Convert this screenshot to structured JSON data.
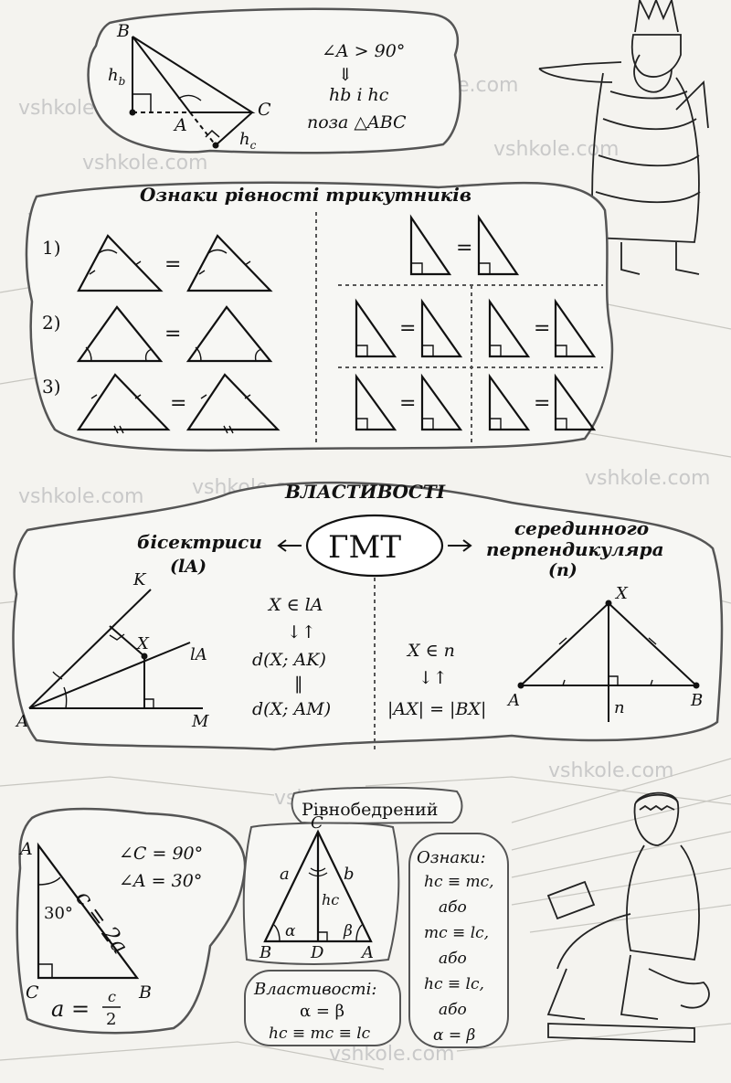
{
  "watermark": "vshkole.com",
  "obtuse_block": {
    "labels": {
      "B": "B",
      "A": "A",
      "C": "C",
      "hb": "h",
      "hb_sub": "b",
      "hc": "h",
      "hc_sub": "c"
    },
    "condition": "∠A > 90°",
    "arrow": "⇓",
    "result": "hb і hc",
    "outside": "поза △ABC"
  },
  "equality_block": {
    "title": "Ознаки рівності трикутників",
    "criteria": [
      "1)",
      "2)",
      "3)"
    ],
    "eq": "="
  },
  "properties_block": {
    "title": "ВЛАСТИВОСТІ",
    "center": "ГМТ",
    "left_title": "бісектриси",
    "left_sub": "(lA)",
    "right_title_1": "серединного",
    "right_title_2": "перпендикуляра",
    "right_sub": "(n)",
    "left_expr": [
      "X ∈ lA",
      "↓↑",
      "d(X; AK)",
      "‖",
      "d(X; AM)"
    ],
    "right_expr": [
      "X ∈ n",
      "↓↑",
      "|AX| = |BX|"
    ],
    "bis_labels": {
      "K": "K",
      "X": "X",
      "lA": "lA",
      "A": "A",
      "M": "M"
    },
    "perp_labels": {
      "X": "X",
      "A": "A",
      "B": "B",
      "n": "n"
    }
  },
  "right_triangle_block": {
    "labels": {
      "A": "A",
      "C": "C",
      "B": "B",
      "angle": "30°",
      "hyp": "c = 2a",
      "leg": "a =",
      "frac_num": "c",
      "frac_den": "2"
    },
    "cond1": "∠C = 90°",
    "cond2": "∠A = 30°"
  },
  "isosceles_block": {
    "title": "Рівнобедрений",
    "labels": {
      "C": "C",
      "a": "a",
      "b": "b",
      "hc": "hc",
      "alpha": "α",
      "beta": "β",
      "B": "B",
      "D": "D",
      "A": "A"
    },
    "props_title": "Властивості:",
    "props": [
      "α = β",
      "hc ≡ mc ≡ lc"
    ],
    "signs_title": "Ознаки:",
    "signs": [
      "hc ≡ mc,",
      "або",
      "mc ≡ lc,",
      "або",
      "hc ≡ lc,",
      "або",
      "α = β"
    ]
  }
}
